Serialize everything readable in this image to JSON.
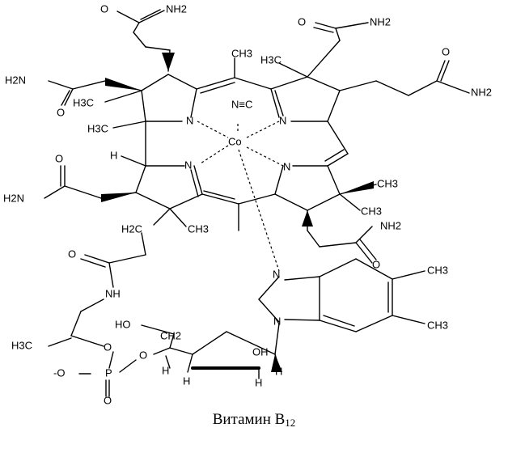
{
  "caption": {
    "name": "Витамин B",
    "sub": "12"
  },
  "atoms": {
    "nh2": "NH2",
    "h2n": "H2N",
    "o": "O",
    "n": "N",
    "co": "Co",
    "cyano": "N≡C",
    "ch3": "CH3",
    "h3c": "H3C",
    "h": "H",
    "nh": "NH",
    "ho": "HO",
    "oh": "OH",
    "ch2": "CH2",
    "h2c": "H2C",
    "p": "P",
    "o_minus": "-O"
  }
}
